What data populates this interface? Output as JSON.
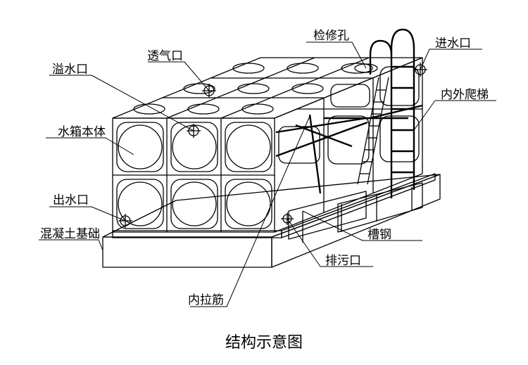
{
  "caption": "结构示意图",
  "labels": {
    "overflow_outlet": "溢水口",
    "vent": "透气口",
    "inspection_hole": "检修孔",
    "water_inlet": "进水口",
    "ladder": "内外爬梯",
    "tank_body": "水箱本体",
    "water_outlet": "出水口",
    "concrete_base": "混凝土基础",
    "channel_steel": "槽钢",
    "drain_outlet": "排污口",
    "inner_tie_bar": "内拉筋"
  }
}
